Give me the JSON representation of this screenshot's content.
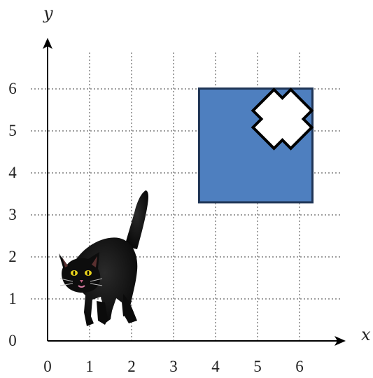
{
  "diagram": {
    "x_axis": {
      "label": "x",
      "ticks": [
        "0",
        "1",
        "2",
        "3",
        "4",
        "5",
        "6"
      ]
    },
    "y_axis": {
      "label": "y",
      "ticks": [
        "0",
        "1",
        "2",
        "3",
        "4",
        "5",
        "6"
      ]
    },
    "grid": {
      "visible": true,
      "style": "dotted",
      "x_range": [
        0,
        7
      ],
      "y_range": [
        0,
        6
      ]
    },
    "target_square": {
      "x_range": [
        3.6,
        6.5
      ],
      "y_range": [
        3.3,
        6
      ],
      "fill": "#4E7FBF",
      "stroke": "#1F3556"
    },
    "cross_marker": {
      "center_x": 5.6,
      "center_y": 5.3,
      "fill": "#ffffff",
      "stroke": "#000000"
    },
    "cat": {
      "icon": "black-cat",
      "near_x": 1,
      "near_y": 1.5
    },
    "colors": {
      "axis": "#000000",
      "grid": "#666666"
    }
  }
}
